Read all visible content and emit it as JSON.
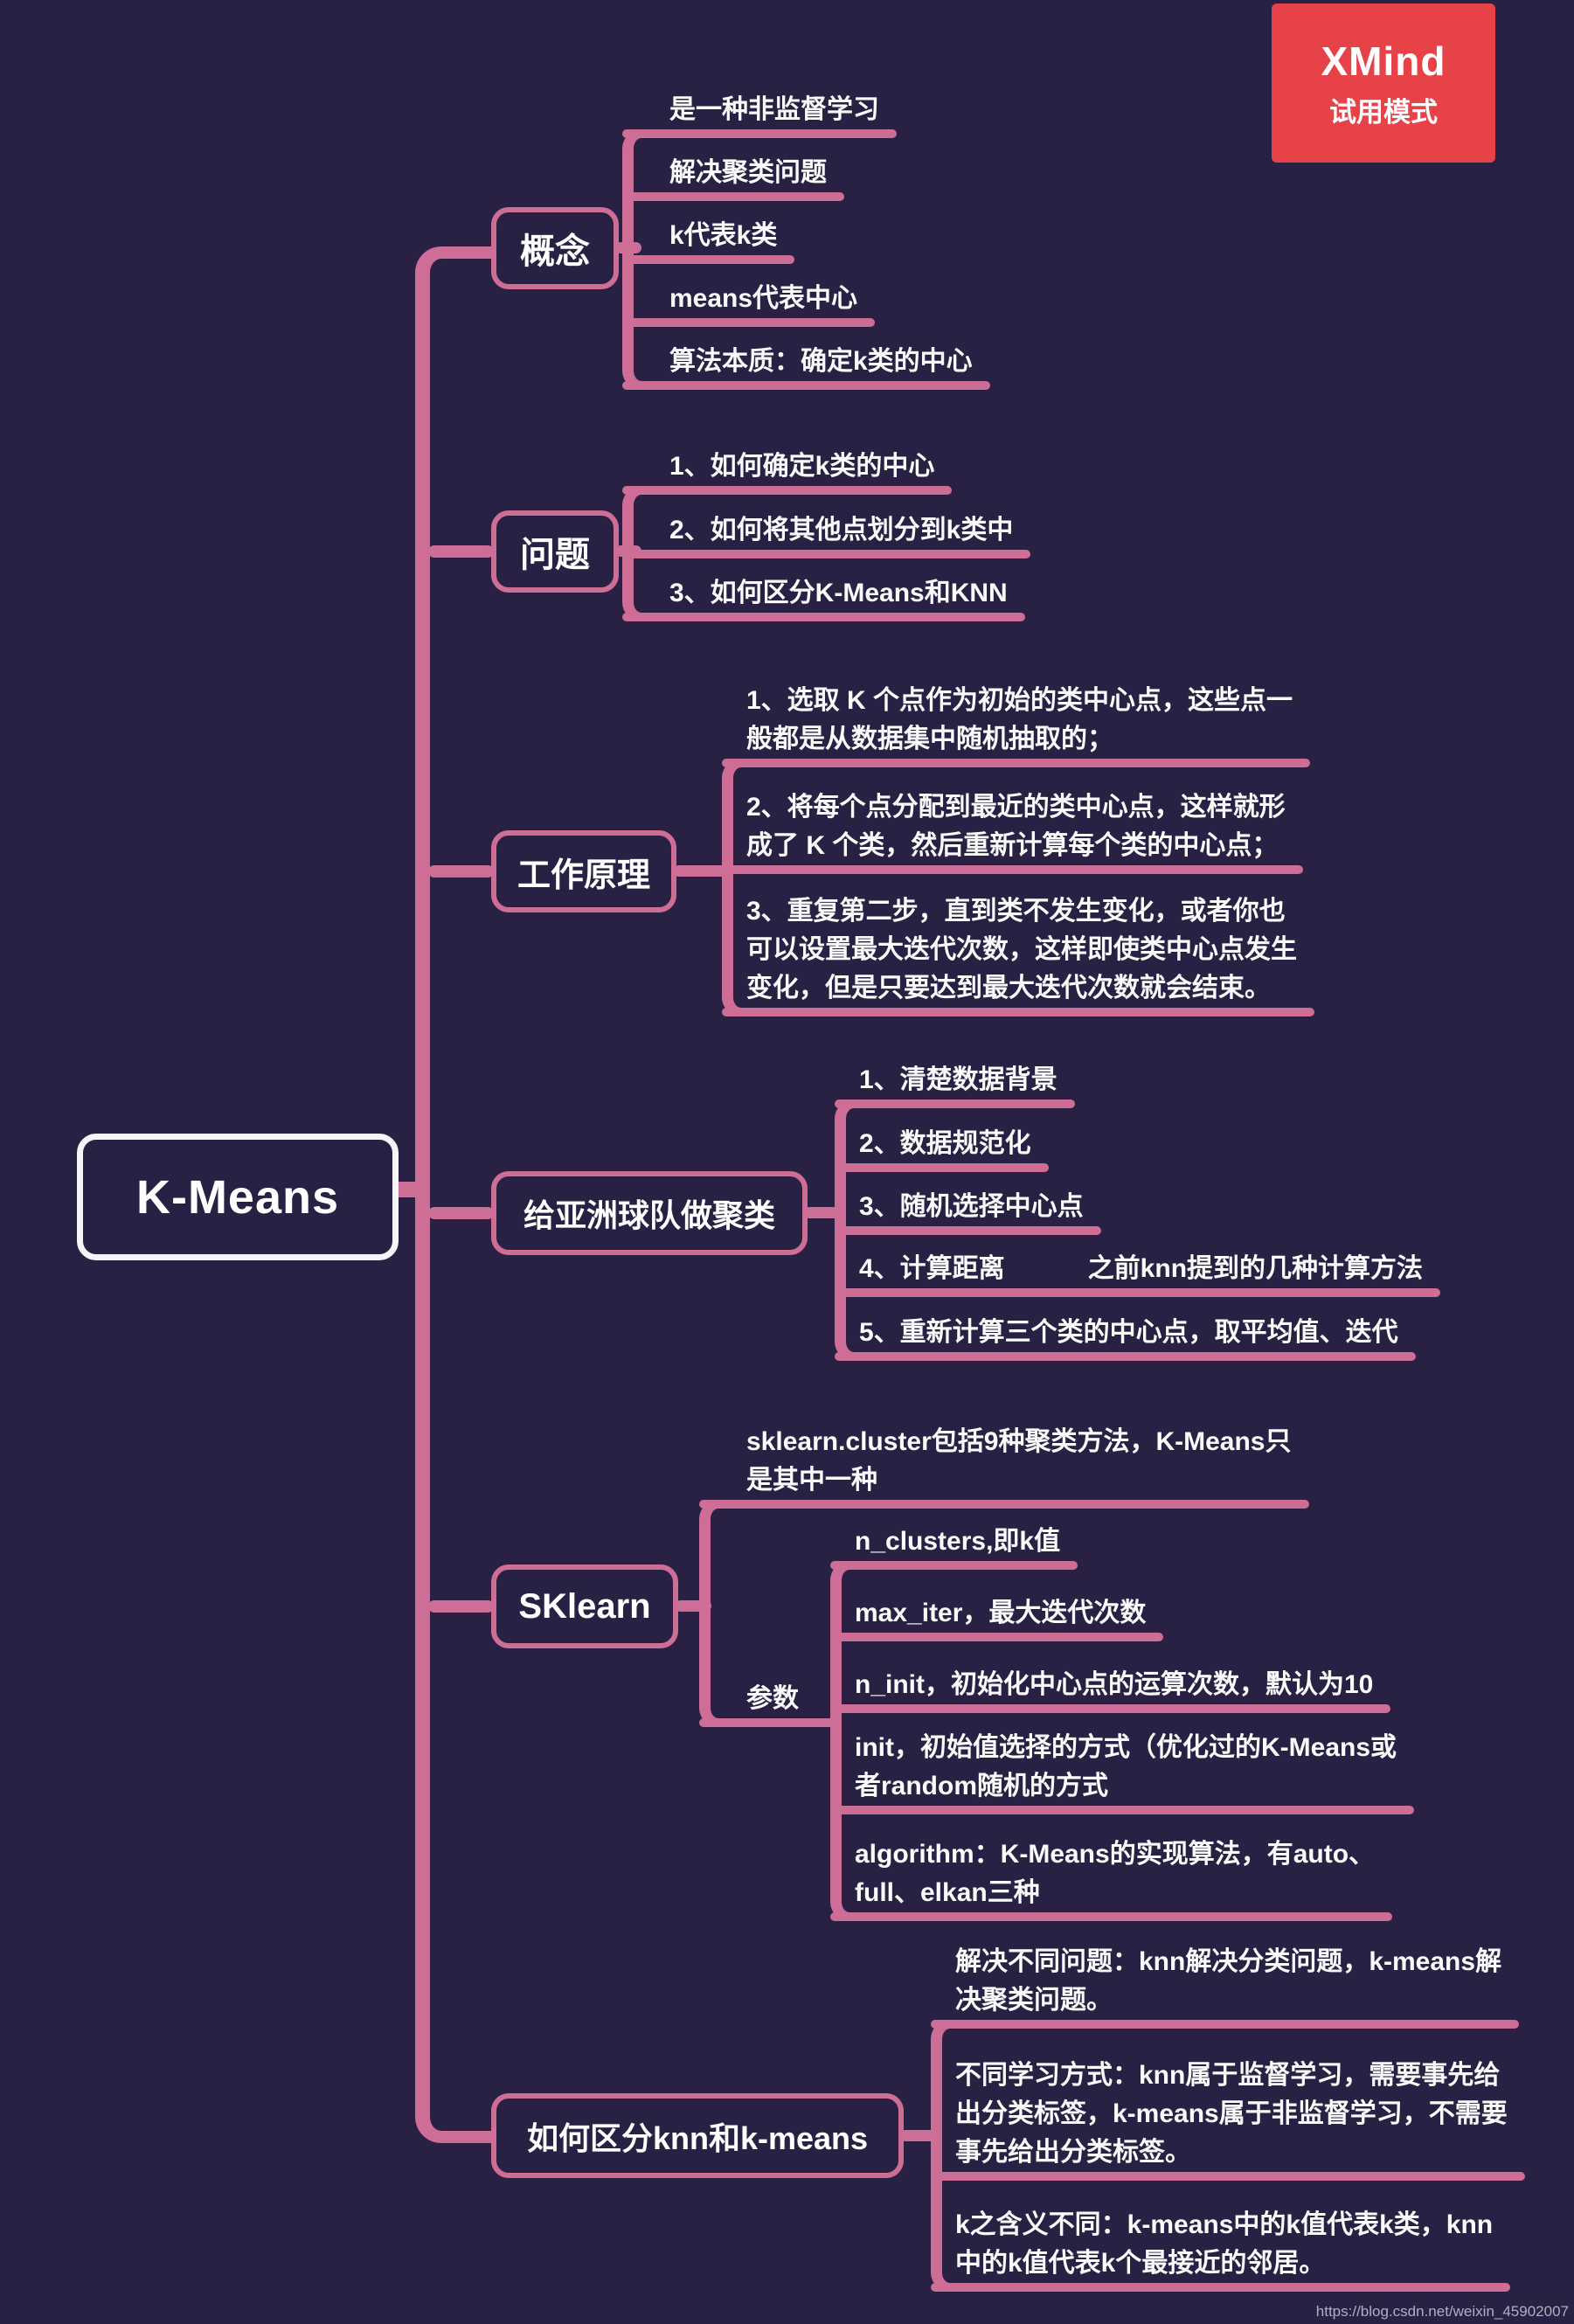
{
  "colors": {
    "background": "#292144",
    "connector_pink": "#CE6E97",
    "root_border": "#F6F4F8",
    "text": "#FAFAFA",
    "badge_red": "#E84249"
  },
  "badge": {
    "title": "XMind",
    "subtitle": "试用模式"
  },
  "watermark": "https://blog.csdn.net/weixin_45902007",
  "root": {
    "label": "K-Means"
  },
  "branches": [
    {
      "label": "概念",
      "children": [
        "是一种非监督学习",
        "解决聚类问题",
        "k代表k类",
        "means代表中心",
        "算法本质：确定k类的中心"
      ]
    },
    {
      "label": "问题",
      "children": [
        "1、如何确定k类的中心",
        "2、如何将其他点划分到k类中",
        "3、如何区分K-Means和KNN"
      ]
    },
    {
      "label": "工作原理",
      "children": [
        "1、选取 K 个点作为初始的类中心点，这些点一\n般都是从数据集中随机抽取的；",
        "2、将每个点分配到最近的类中心点，这样就形\n成了 K 个类，然后重新计算每个类的中心点；",
        "3、重复第二步，直到类不发生变化，或者你也\n可以设置最大迭代次数，这样即使类中心点发生\n变化，但是只要达到最大迭代次数就会结束。"
      ]
    },
    {
      "label": "给亚洲球队做聚类",
      "children": [
        "1、清楚数据背景",
        "2、数据规范化",
        "3、随机选择中心点",
        "4、计算距离",
        "5、重新计算三个类的中心点，取平均值、迭代"
      ],
      "annotation": "之前knn提到的几种计算方法"
    },
    {
      "label": "SKlearn",
      "intro": "sklearn.cluster包括9种聚类方法，K-Means只\n是其中一种",
      "params": {
        "label": "参数",
        "children": [
          "n_clusters,即k值",
          "max_iter，最大迭代次数",
          "n_init，初始化中心点的运算次数，默认为10",
          "init，初始值选择的方式（优化过的K-Means或\n者random随机的方式",
          "algorithm：K-Means的实现算法，有auto、\nfull、elkan三种"
        ]
      }
    },
    {
      "label": "如何区分knn和k-means",
      "children": [
        "解决不同问题：knn解决分类问题，k-means解\n决聚类问题。",
        "不同学习方式：knn属于监督学习，需要事先给\n出分类标签，k-means属于非监督学习，不需要\n事先给出分类标签。",
        "k之含义不同：k-means中的k值代表k类，knn\n中的k值代表k个最接近的邻居。"
      ]
    }
  ]
}
